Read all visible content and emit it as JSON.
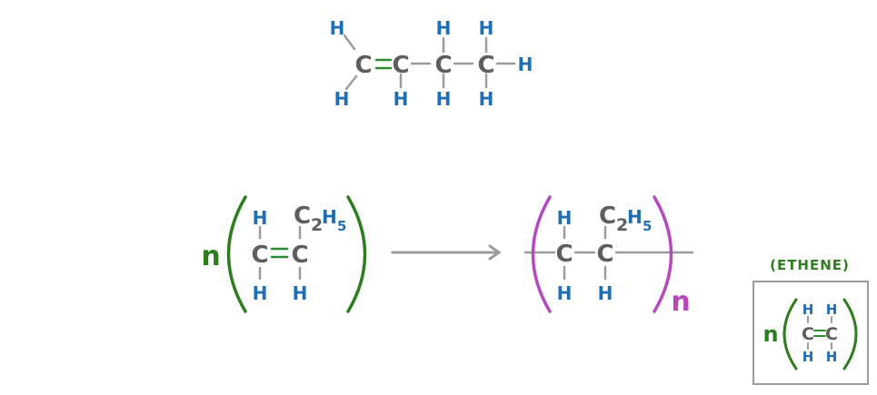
{
  "atoms": {
    "h": "H",
    "c": "C",
    "h5": "H",
    "five": "5",
    "c2": "C",
    "two": "2"
  },
  "multiplier": "n",
  "box": {
    "caption": "(ETHENE)"
  },
  "colors": {
    "hydrogen": "#1f6fb5",
    "carbon": "#5e5e5e",
    "bond": "#9c9c9c",
    "double_bond": "#2f8a2f",
    "bracket_monomer": "#2e7d1e",
    "bracket_polymer": "#b748c1",
    "box_border": "#9c9c9c"
  }
}
